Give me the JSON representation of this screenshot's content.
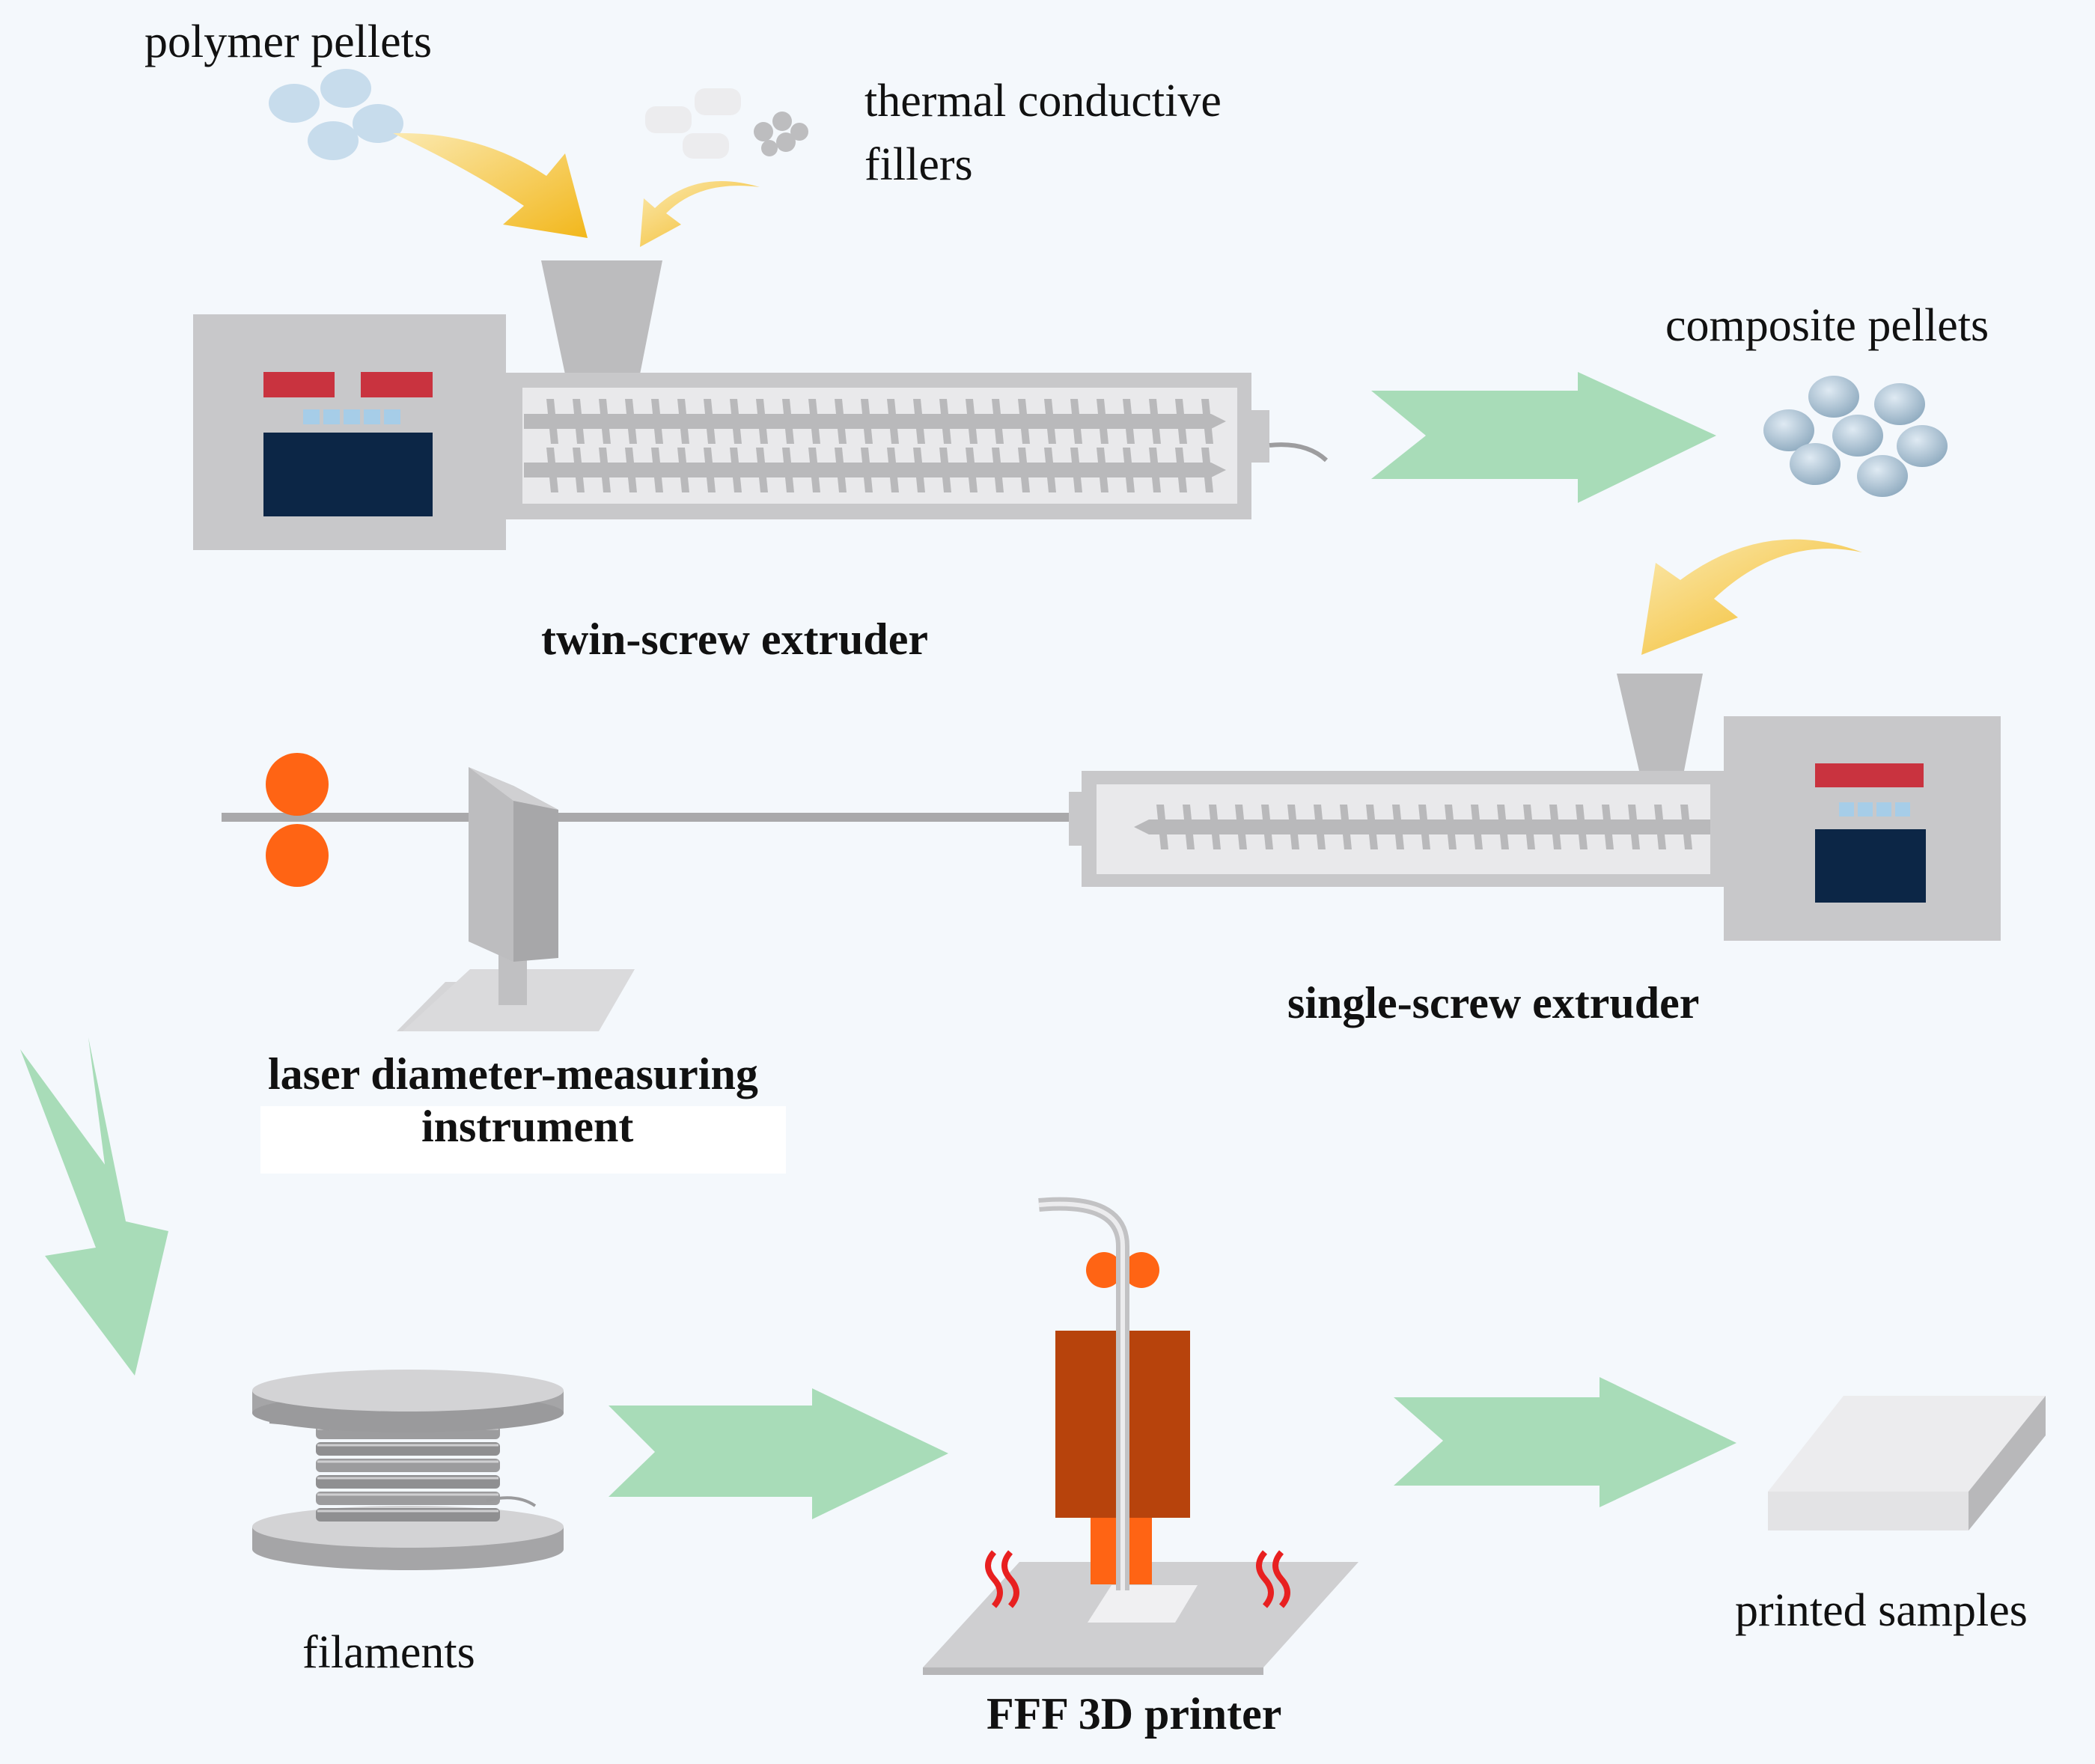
{
  "labels": {
    "polymer_pellets": "polymer pellets",
    "thermal_fillers_line1": "thermal conductive",
    "thermal_fillers_line2": "fillers",
    "composite_pellets": "composite pellets",
    "twin_screw_extruder": "twin-screw extruder",
    "single_screw_extruder": "single-screw extruder",
    "laser_instrument_line1": "laser diameter-measuring",
    "laser_instrument_line2": "instrument",
    "filaments": "filaments",
    "fff_printer": "FFF 3D printer",
    "printed_samples": "printed samples"
  },
  "colors": {
    "background": "#f4f8fc",
    "machine_gray": "#c8c8ca",
    "barrel_light": "#e3e3e5",
    "screw_gray": "#b9b9bb",
    "panel_red": "#c9333f",
    "panel_navy": "#0c2646",
    "indicator_blue": "#a6cde8",
    "flow_arrow_green": "#a8dcb8",
    "feed_arrow_yellow": "#f2b71b",
    "roller_orange": "#ff6414",
    "heater_brown": "#b7430c",
    "heat_wave_red": "#e82020",
    "pellet_blue": "#b3cde0",
    "composite_pellet_blue": "#9fb6c7"
  }
}
